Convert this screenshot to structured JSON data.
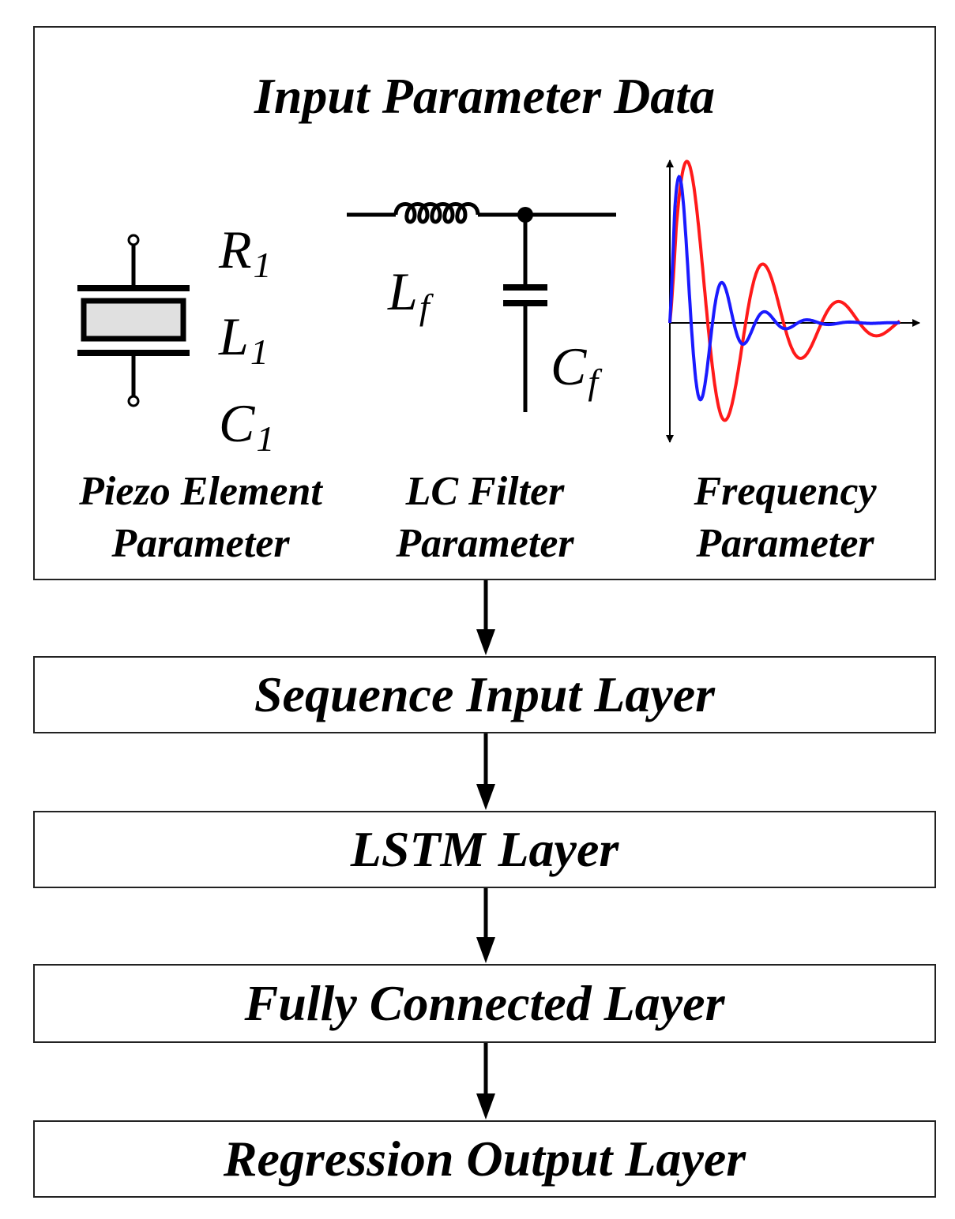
{
  "input_block": {
    "title": "Input Parameter Data",
    "piezo": {
      "symbols": [
        {
          "main": "R",
          "sub": "1"
        },
        {
          "main": "L",
          "sub": "1"
        },
        {
          "main": "C",
          "sub": "1"
        }
      ],
      "caption_line1": "Piezo Element",
      "caption_line2": "Parameter"
    },
    "lc_filter": {
      "inductor": {
        "main": "L",
        "sub": "f"
      },
      "capacitor": {
        "main": "C",
        "sub": "f"
      },
      "caption_line1": "LC Filter",
      "caption_line2": "Parameter"
    },
    "frequency": {
      "caption_line1": "Frequency",
      "caption_line2": "Parameter",
      "wave_colors": {
        "blue": "#1a1aff",
        "red": "#ff1a1a"
      }
    }
  },
  "layers": [
    {
      "label": "Sequence Input Layer"
    },
    {
      "label": "LSTM Layer"
    },
    {
      "label": "Fully Connected Layer"
    },
    {
      "label": "Regression Output Layer"
    }
  ]
}
